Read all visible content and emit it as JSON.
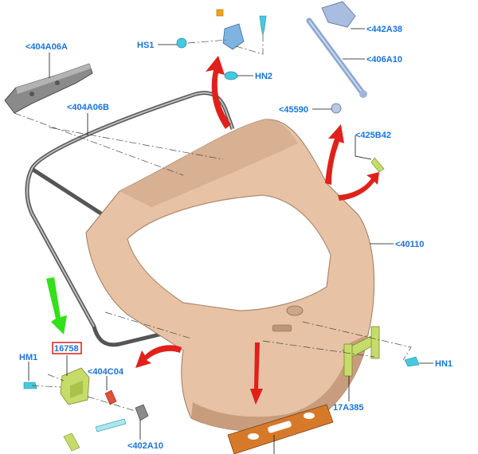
{
  "diagram": {
    "colors": {
      "label": "#1a73d9",
      "tailgate": "#e7c2a4",
      "tailgate_shade": "#c89d7e",
      "arrow_red": "#e0211b",
      "arrow_green": "#33e01b",
      "highlight_box": "#e01b1b",
      "part_green": "#c6dc6a",
      "part_cyan": "#46c8e0",
      "part_orange": "#d67a2a"
    },
    "labels": {
      "l404a06a": "<404A06A",
      "l404a06b": "<404A06B",
      "hs1": "HS1",
      "hn2": "HN2",
      "l442a38": "<442A38",
      "l406a10": "<406A10",
      "l45590": "<45590",
      "l425b42": "<425B42",
      "l40110": "<40110",
      "hm1": "HM1",
      "p16758": "16758",
      "l404c04": "<404C04",
      "hn1": "HN1",
      "p17a385": "17A385",
      "l402a10": "<402A10"
    }
  }
}
